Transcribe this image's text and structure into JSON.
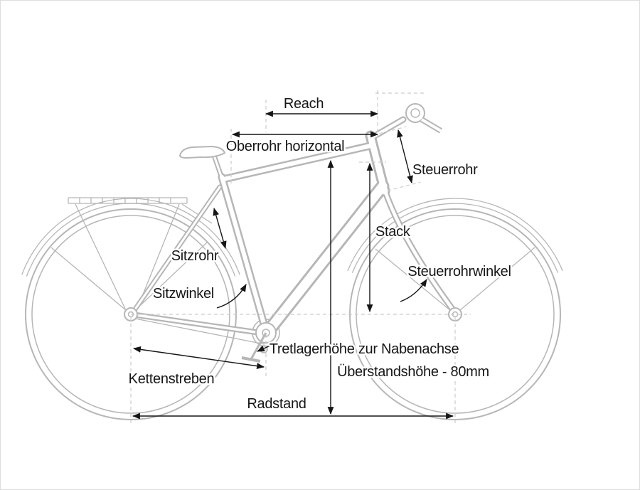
{
  "app": {
    "background": "#ffffff",
    "border_color": "#dddddd"
  },
  "diagram": {
    "type": "bike-geometry-diagram",
    "colors": {
      "annotation": "#161616",
      "bike_line": "#b6b6b6",
      "guide_dash": "#cccccc"
    },
    "labels": {
      "reach": "Reach",
      "oberrohr_horizontal": "Oberrohr horizontal",
      "steuerrohr": "Steuerrohr",
      "stack": "Stack",
      "sitzrohr": "Sitzrohr",
      "sitzwinkel": "Sitzwinkel",
      "steuerrohrwinkel": "Steuerrohrwinkel",
      "tretlagerhoehe": "Tretlagerhöhe zur Nabenachse",
      "ueberstandshoehe": "Überstandshöhe - 80mm",
      "kettenstreben": "Kettenstreben",
      "radstand": "Radstand"
    }
  }
}
